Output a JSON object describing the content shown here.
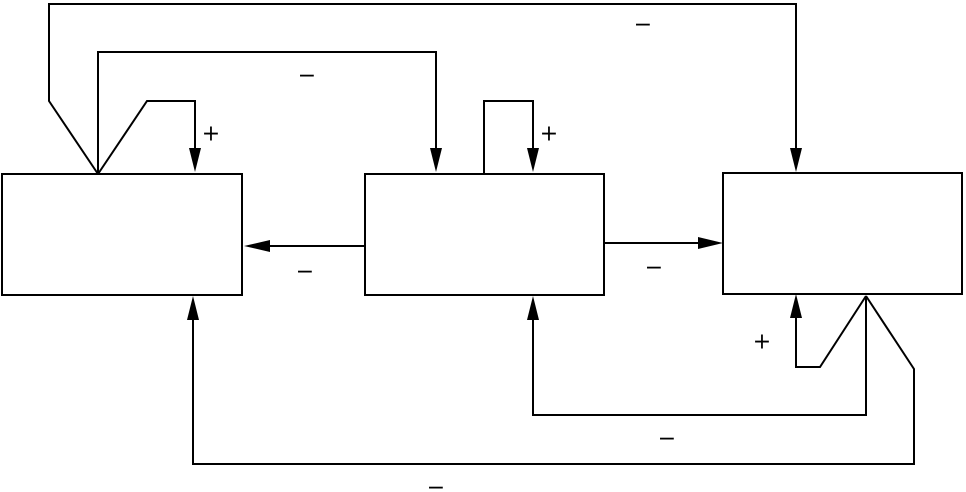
{
  "boxes": [
    {
      "id": "left",
      "label": ""
    },
    {
      "id": "middle",
      "label": ""
    },
    {
      "id": "right",
      "label": ""
    }
  ],
  "signs": {
    "outer_top": "−",
    "inner_top": "−",
    "left_self": "+",
    "middle_self": "+",
    "middle_to_left": "−",
    "middle_to_right": "−",
    "right_self": "+",
    "right_to_middle": "−",
    "right_to_left": "−"
  },
  "colors": {
    "stroke": "#000000",
    "background": "#ffffff"
  }
}
